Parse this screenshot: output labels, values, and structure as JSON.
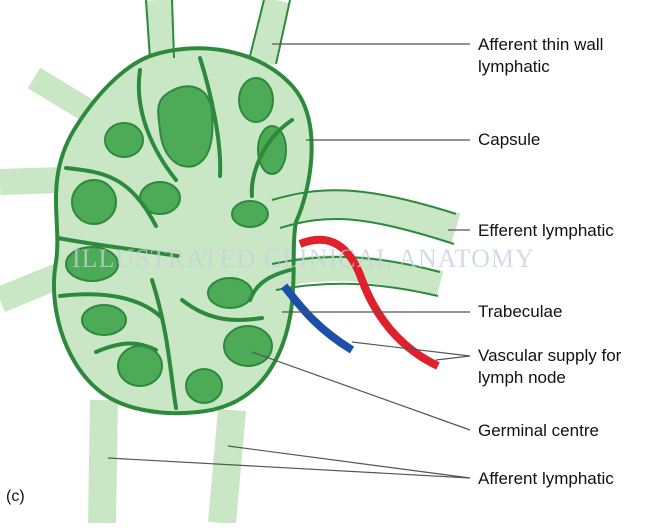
{
  "panel_label": "(c)",
  "watermark": "ILLUSTRATED CLINICAL ANATOMY",
  "labels": {
    "afferent_thin_line1": "Afferent thin wall",
    "afferent_thin_line2": "lymphatic",
    "capsule": "Capsule",
    "efferent": "Efferent lymphatic",
    "trabeculae": "Trabeculae",
    "vascular_line1": "Vascular supply for",
    "vascular_line2": "lymph node",
    "germinal": "Germinal centre",
    "afferent": "Afferent lymphatic"
  },
  "colors": {
    "tissue": "#c9e7c5",
    "follicle": "#4daa57",
    "trabecula": "#2d8a3c",
    "outline": "#2d8a3c",
    "artery": "#e0202a",
    "vein": "#1d4fa8",
    "leader": "#555555"
  }
}
